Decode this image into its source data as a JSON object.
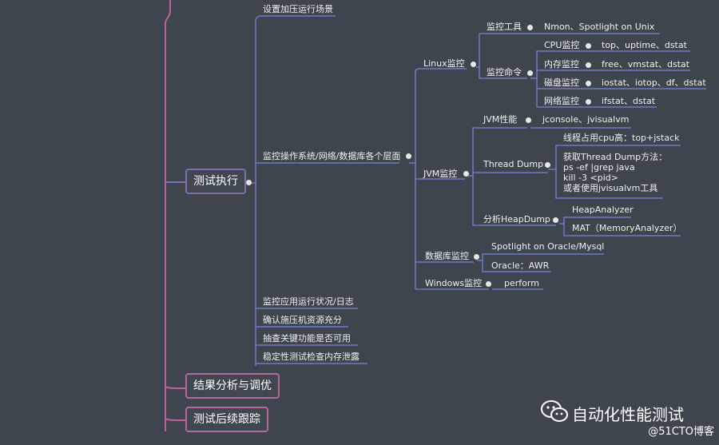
{
  "mindmap": {
    "main_nodes": {
      "test_execution": "测试执行",
      "result_analysis": "结果分析与调优",
      "followup": "测试后续跟踪"
    },
    "exec_children": {
      "scenario": "设置加压运行场景",
      "monitor_os_net_db": "监控操作系统/网络/数据库各个层面",
      "app_status": "监控应用运行状况/日志",
      "load_resources": "确认施压机资源充分",
      "key_functions": "抽查关键功能是否可用",
      "stability_memory": "稳定性测试检查内存泄露"
    },
    "linux": {
      "label": "Linux监控",
      "tools_label": "监控工具",
      "tools_value": "Nmon、Spotlight on Unix",
      "commands_label": "监控命令",
      "commands": [
        {
          "name": "CPU监控",
          "value": "top、uptime、dstat"
        },
        {
          "name": "内存监控",
          "value": "free、vmstat、dstat"
        },
        {
          "name": "磁盘监控",
          "value": "iostat、iotop、df、dstat"
        },
        {
          "name": "网络监控",
          "value": "ifstat、dstat"
        }
      ]
    },
    "jvm": {
      "label": "JVM监控",
      "perf_label": "JVM性能",
      "perf_value": "jconsole、jvisualvm",
      "thread_dump_label": "Thread Dump",
      "thread_dump_items": [
        "线程占用cpu高：top+jstack",
        "获取Thread Dump方法：\nps -ef |grep java\nkill -3 <pid>\n或者使用jvisualvm工具"
      ],
      "heap_label": "分析HeapDump",
      "heap_items": [
        "HeapAnalyzer",
        "MAT（MemoryAnalyzer）"
      ]
    },
    "db": {
      "label": "数据库监控",
      "items": [
        "Spotlight on Oracle/Mysql",
        "Oracle：AWR"
      ]
    },
    "windows": {
      "label": "Windows监控",
      "value": "perform"
    }
  },
  "watermark": {
    "title": "自动化性能测试",
    "subtitle": "@51CTO博客",
    "icon": "wechat-icon"
  },
  "colors": {
    "background": "#3f454c",
    "main_branch": "#c0609a",
    "connector": "#6f79c4",
    "box_border": "#b36a9a"
  }
}
